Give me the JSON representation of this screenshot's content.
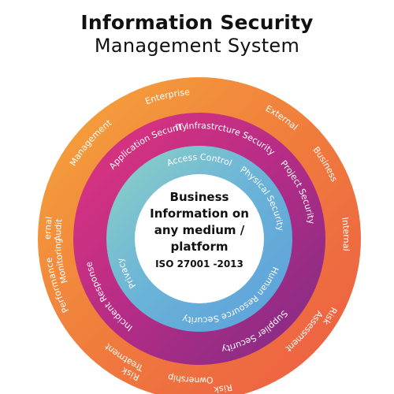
{
  "title": {
    "line1": "Information Security",
    "line2": "Management System"
  },
  "center": {
    "lines": [
      "Business",
      "Information on",
      "any medium /",
      "platform"
    ],
    "standard": "ISO 27001 -2013"
  },
  "rings": {
    "outer": {
      "gradient": [
        "#f5a83b",
        "#f07c3c",
        "#ec5b45"
      ],
      "labels": [
        "External",
        "Business",
        "Internal",
        "Risk",
        "Assessment",
        "Risk",
        "Ownership",
        "Risk",
        "Treatment",
        "Performance",
        "Monitoring",
        "Internal",
        "Audit",
        "Management",
        "Enterprise"
      ]
    },
    "middle": {
      "gradient": [
        "#e2357e",
        "#b52c86",
        "#7e2c84"
      ],
      "labels": [
        "IT Infrastrcture Security",
        "Project Security",
        "Supplier Security",
        "Incident Response",
        "Application Security"
      ]
    },
    "inner": {
      "gradient": [
        "#8ed2c6",
        "#6ab3d8",
        "#5b9fdb"
      ],
      "labels": [
        "Access Control",
        "Physical Security",
        "Human Resource Security",
        "Privacy"
      ]
    },
    "core_color": "#ffffff"
  }
}
